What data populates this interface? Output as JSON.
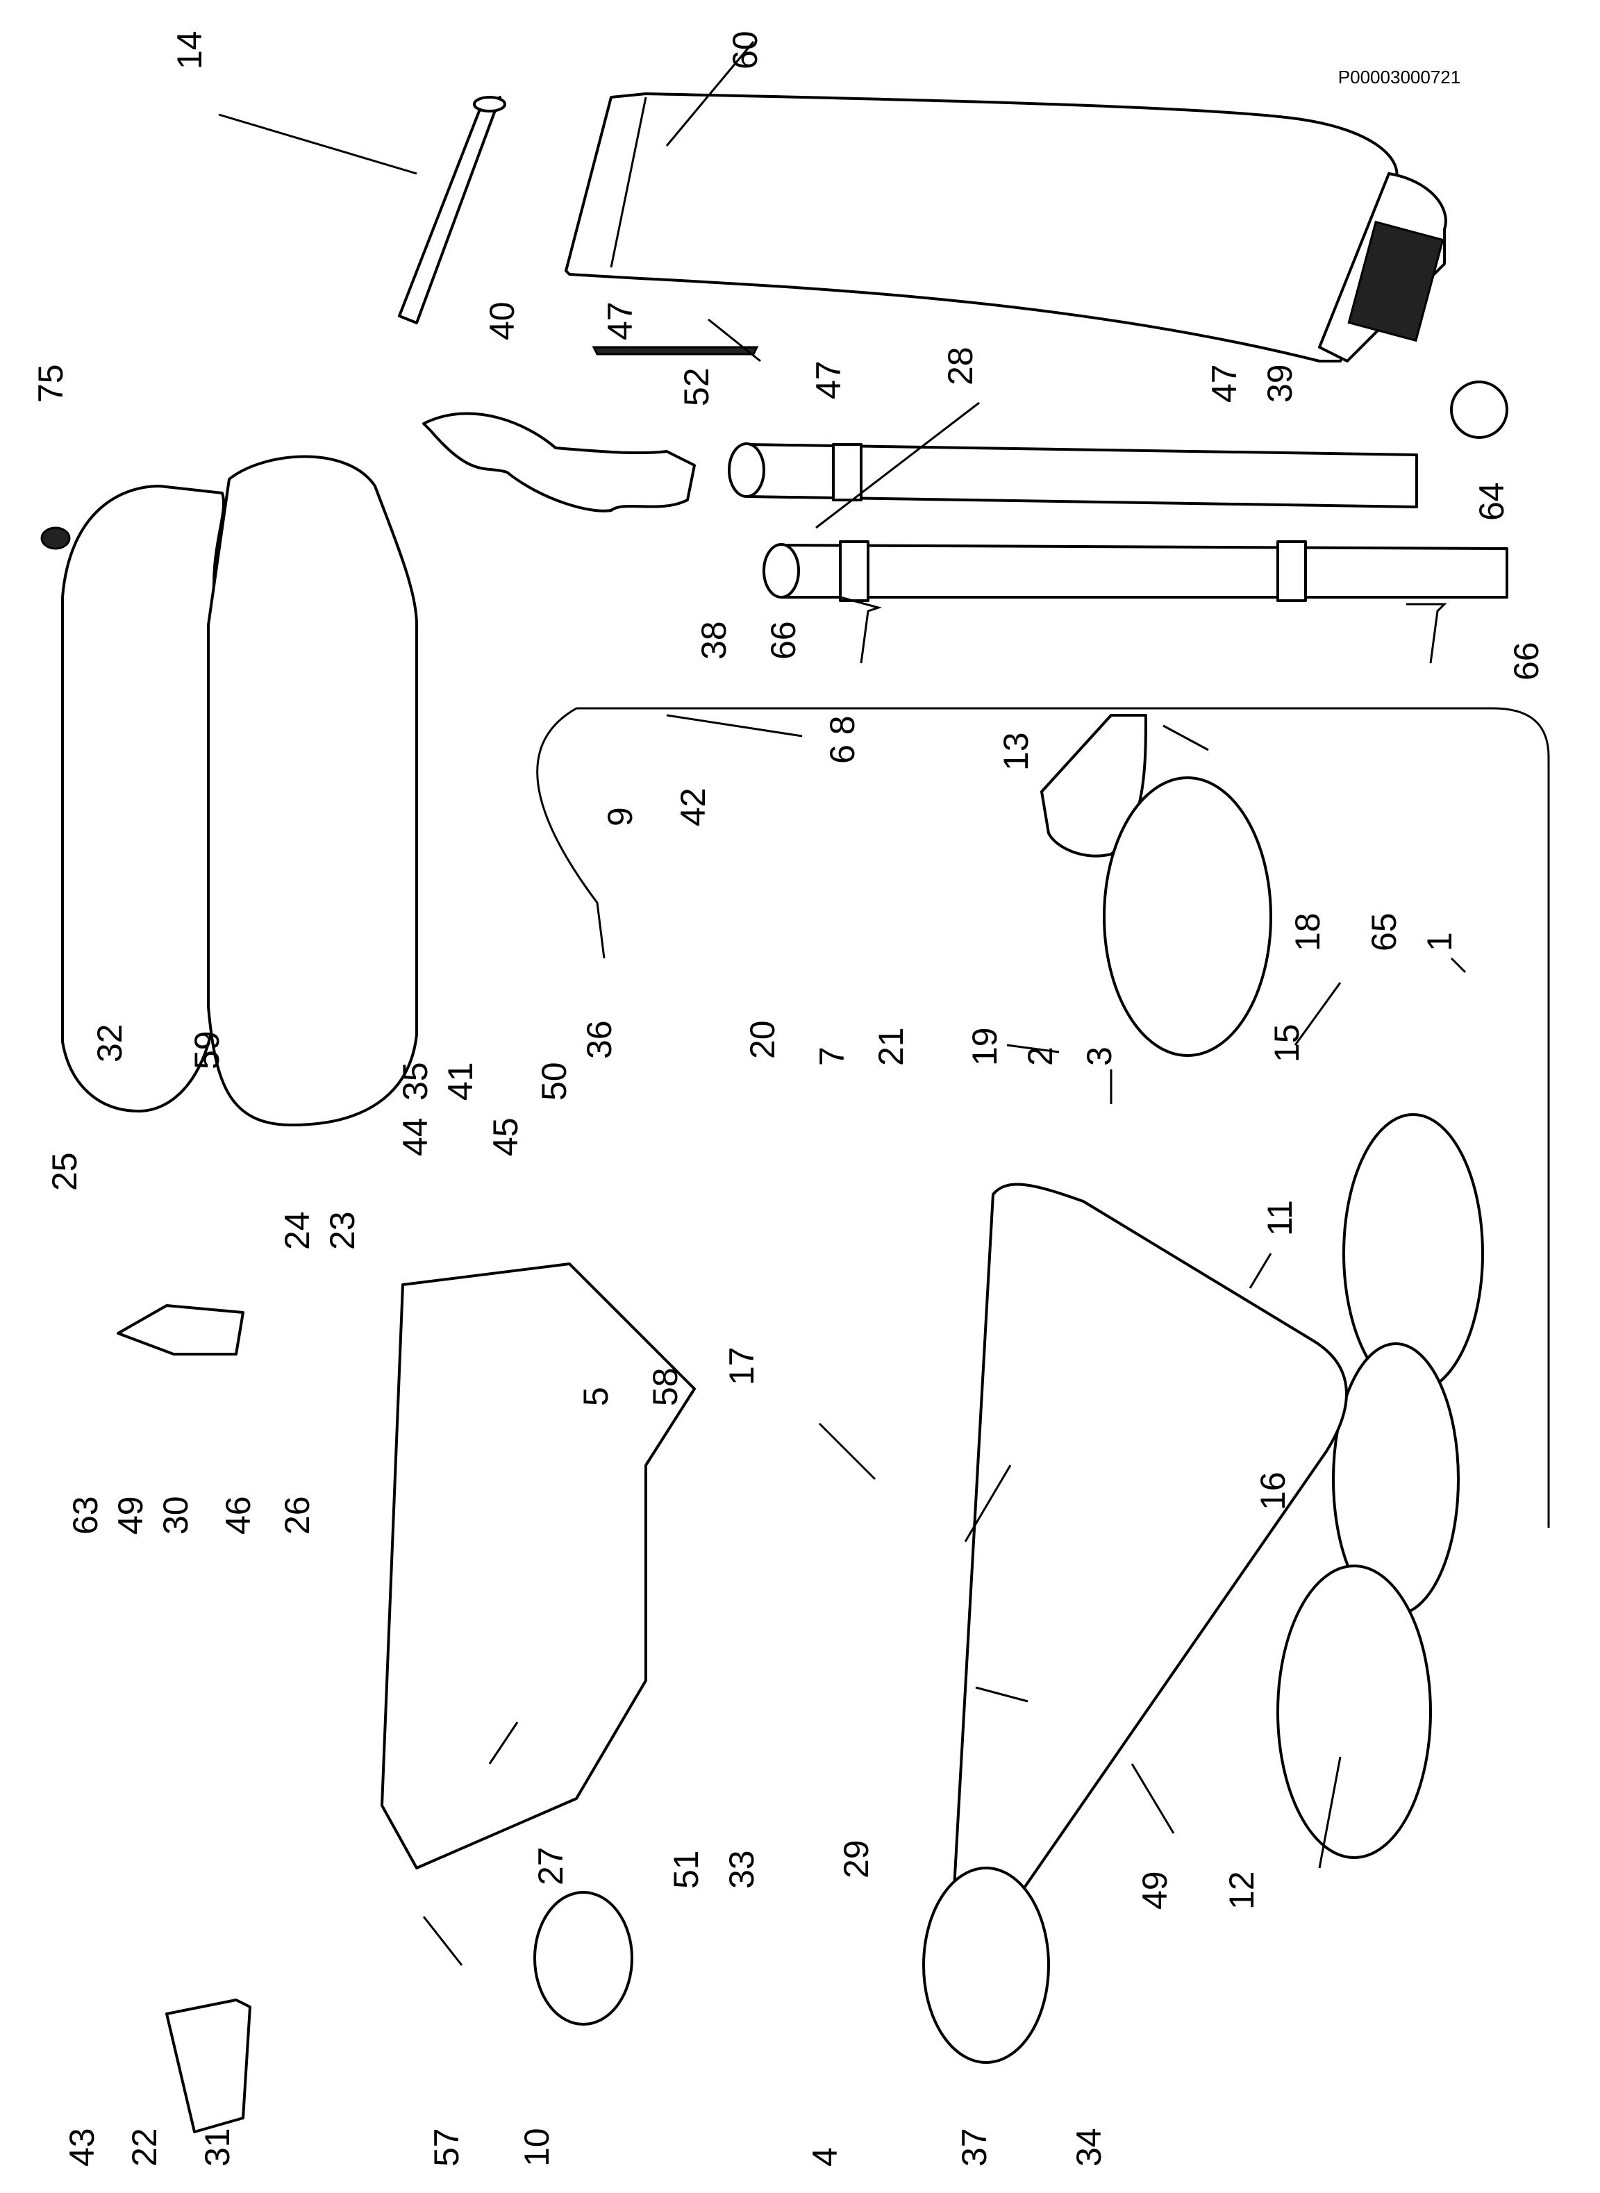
{
  "document_id": "P00003000721",
  "part_labels": [
    "1",
    "2",
    "3",
    "4",
    "5",
    "6 8",
    "7",
    "9",
    "10",
    "11",
    "12",
    "13",
    "14",
    "15",
    "16",
    "17",
    "18",
    "19",
    "20",
    "21",
    "22",
    "23",
    "24",
    "25",
    "26",
    "27",
    "28",
    "29",
    "30",
    "31",
    "32",
    "33",
    "34",
    "35",
    "36",
    "37",
    "38",
    "39",
    "40",
    "41",
    "42",
    "43",
    "44",
    "45",
    "46",
    "47",
    "47",
    "47",
    "49",
    "49",
    "50",
    "51",
    "52",
    "57",
    "58",
    "59",
    "60",
    "63",
    "64",
    "65",
    "66",
    "66",
    "75"
  ]
}
